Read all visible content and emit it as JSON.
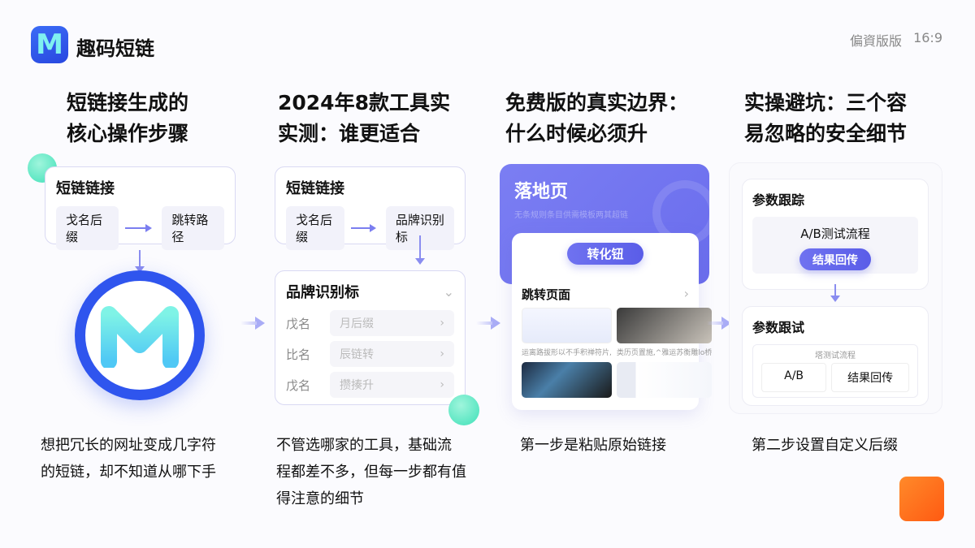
{
  "header": {
    "brand": "趣码短链",
    "logo_letter": "M",
    "meta_label": "偏資版版",
    "ratio": "16:9"
  },
  "colors": {
    "accent": "#6366f1",
    "teal": "#3fe0b8",
    "orange": "#ff6a1a",
    "logo_blue": "#2848e0"
  },
  "columns": [
    {
      "title": [
        "短链接生成的",
        "核心操作步骤"
      ],
      "card": {
        "title": "短链链接",
        "from": "戈名后缀",
        "to": "跳转路径"
      },
      "caption": [
        "想把冗长的网址变成几字符",
        "的短链，却不知道从哪下手"
      ]
    },
    {
      "title": [
        "2024年8款工具实",
        "实测：谁更适合"
      ],
      "card": {
        "title": "短链链接",
        "from": "戈名后缀",
        "to": "品牌识别标"
      },
      "panel": {
        "title": "品牌识别标",
        "rows": [
          {
            "label": "戊名",
            "value": "月后缀"
          },
          {
            "label": "比名",
            "value": "辰链转"
          },
          {
            "label": "戊名",
            "value": "攒揍升"
          }
        ]
      },
      "caption": [
        "不管选哪家的工具，基础流",
        "程都差不多，但每一步都有值",
        "得注意的细节"
      ]
    },
    {
      "title": [
        "免费版的真实边界：",
        "什么时候必须升"
      ],
      "landing": {
        "title": "落地页",
        "subtitle": "无条规则条目供需模板两其超链",
        "button": "转化钮",
        "section": "跳转页面",
        "thumb_captions": [
          "运离路拔形以不手积禅符片,",
          "类历页置施,^雅运苏衡雕lo桥"
        ]
      },
      "caption": [
        "第一步是粘贴原始链接"
      ]
    },
    {
      "title": [
        "实操避坑：三个容",
        "易忽略的安全细节"
      ],
      "card1": {
        "title": "参数跟踪",
        "flow": "A/B测试流程",
        "button": "结果回传"
      },
      "card2": {
        "title": "参数跟试",
        "group_label": "塔测试流程",
        "left": "A/B",
        "right": "结果回传"
      },
      "caption": [
        "第二步设置自定义后缀"
      ]
    }
  ]
}
